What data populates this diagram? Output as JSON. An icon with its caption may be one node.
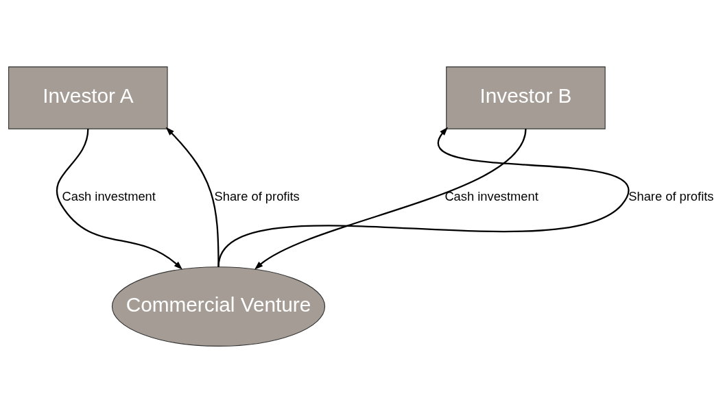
{
  "diagram": {
    "nodes": [
      {
        "text": [
          "Investor A"
        ]
      },
      {
        "text": [
          "Investor B"
        ]
      },
      {
        "text": [
          "Commercial Venture"
        ]
      }
    ],
    "edges": [
      {
        "from": 0,
        "to": 2,
        "arrow": "to",
        "label": "Cash investment"
      },
      {
        "from": 2,
        "to": 0,
        "arrow": "to",
        "label": "Share of profits"
      },
      {
        "from": 2,
        "to": 1,
        "arrow": "to",
        "label": "Share of profits"
      },
      {
        "from": 1,
        "to": 2,
        "arrow": "to",
        "label": "Cash investment"
      }
    ]
  }
}
